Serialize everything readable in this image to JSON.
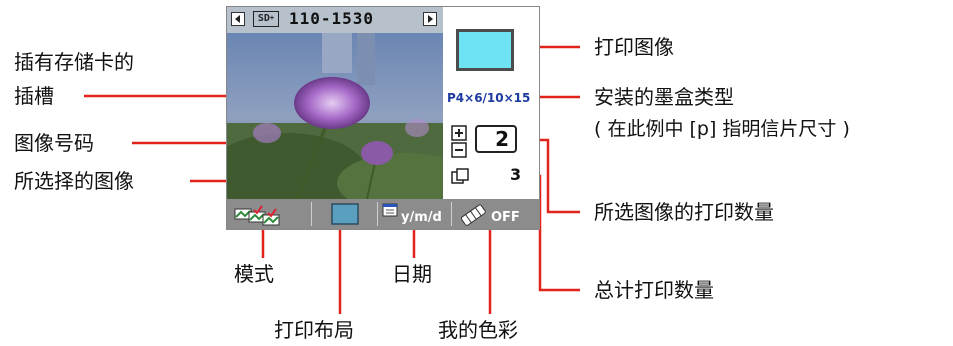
{
  "lcd": {
    "image_number": "110-1530",
    "card_badge": "SD",
    "paper_type": "P4×6/10×15",
    "quantity": "2",
    "total": "3",
    "date_label": "y/m/d",
    "color_label": "OFF",
    "print_image_color": "#6de3f4",
    "layout_color": "#5a9fc0"
  },
  "labels": {
    "card_slot": [
      "插有存储卡的",
      "插槽"
    ],
    "image_number": "图像号码",
    "selected_image": "所选择的图像",
    "mode": "模式",
    "print_layout": "打印布局",
    "date": "日期",
    "my_colors": "我的色彩",
    "print_image": "打印图像",
    "paper_type": "安装的墨盒类型",
    "paper_note": "( 在此例中 [p] 指明信片尺寸 )",
    "print_qty": "所选图像的打印数量",
    "total_qty": "总计打印数量"
  },
  "colors": {
    "leader": "#e2231a"
  }
}
